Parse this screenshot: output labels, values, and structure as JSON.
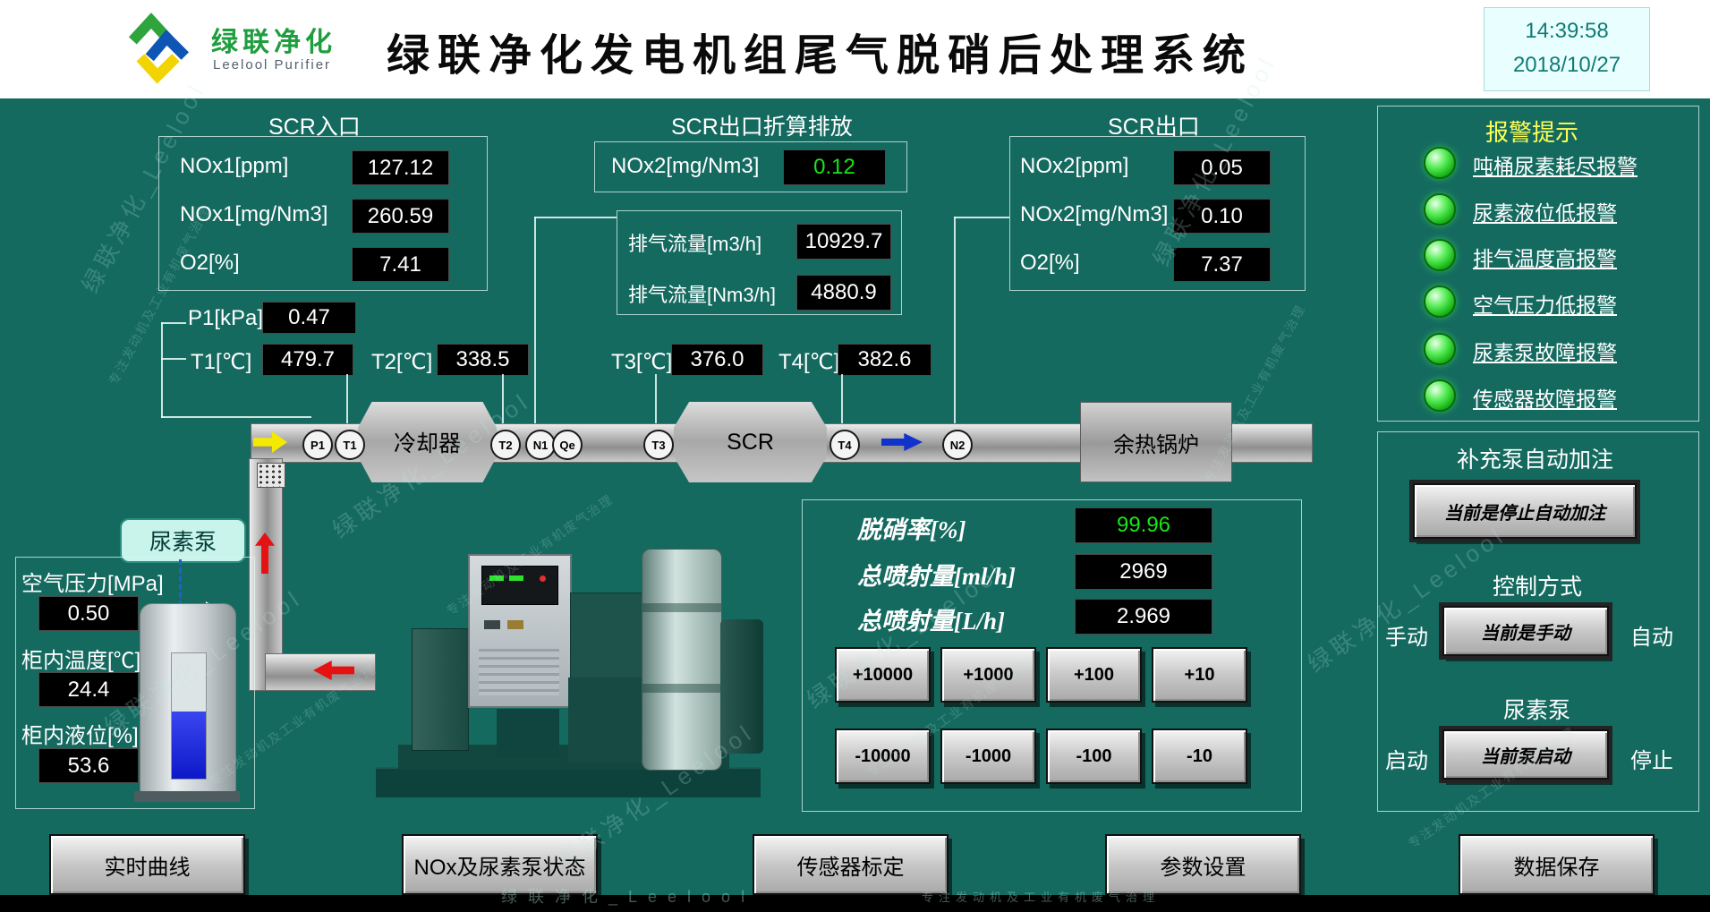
{
  "header": {
    "logo_text": "绿联净化",
    "logo_subtext": "Leelool Purifier",
    "title": "绿联净化发电机组尾气脱硝后处理系统",
    "time": "14:39:58",
    "date": "2018/10/27"
  },
  "scr_inlet": {
    "title": "SCR入口",
    "rows": [
      {
        "label": "NOx1[ppm]",
        "value": "127.12"
      },
      {
        "label": "NOx1[mg/Nm3]",
        "value": "260.59"
      },
      {
        "label": "O2[%]",
        "value": "7.41"
      }
    ]
  },
  "scr_converted": {
    "title": "SCR出口折算排放",
    "label": "NOx2[mg/Nm3]",
    "value": "0.12",
    "flow1_label": "排气流量[m3/h]",
    "flow1_value": "10929.7",
    "flow2_label": "排气流量[Nm3/h]",
    "flow2_value": "4880.9"
  },
  "scr_outlet": {
    "title": "SCR出口",
    "rows": [
      {
        "label": "NOx2[ppm]",
        "value": "0.05"
      },
      {
        "label": "NOx2[mg/Nm3]",
        "value": "0.10"
      },
      {
        "label": "O2[%]",
        "value": "7.37"
      }
    ]
  },
  "sensors": {
    "p1": {
      "label": "P1[kPa]",
      "value": "0.47"
    },
    "t1": {
      "label": "T1[℃]",
      "value": "479.7"
    },
    "t2": {
      "label": "T2[℃]",
      "value": "338.5"
    },
    "t3": {
      "label": "T3[℃]",
      "value": "376.0"
    },
    "t4": {
      "label": "T4[℃]",
      "value": "382.6"
    }
  },
  "pipeline": {
    "nodes": [
      "P1",
      "T1",
      "T2",
      "N1",
      "Qe",
      "T3",
      "T4",
      "N2"
    ],
    "cooler": "冷却器",
    "scr": "SCR",
    "boiler": "余热锅炉"
  },
  "urea_station": {
    "pump": "尿素泵",
    "air_label": "空气压力[MPa]",
    "air_value": "0.50",
    "temp_label": "柜内温度[℃]",
    "temp_value": "24.4",
    "level_label": "柜内液位[%]",
    "level_value": "53.6"
  },
  "injection": {
    "denox_label": "脱硝率[%]",
    "denox_value": "99.96",
    "ml_label": "总喷射量[ml/h]",
    "ml_value": "2969",
    "l_label": "总喷射量[L/h]",
    "l_value": "2.969",
    "inc": [
      "+10000",
      "+1000",
      "+100",
      "+10"
    ],
    "dec": [
      "-10000",
      "-1000",
      "-100",
      "-10"
    ]
  },
  "alarm": {
    "title": "报警提示",
    "items": [
      "吨桶尿素耗尽报警",
      "尿素液位低报警",
      "排气温度高报警",
      "空气压力低报警",
      "尿素泵故障报警",
      "传感器故障报警"
    ]
  },
  "control": {
    "refill_title": "补充泵自动加注",
    "refill_btn": "当前是停止自动加注",
    "mode_title": "控制方式",
    "manual": "手动",
    "mode_btn": "当前是手动",
    "auto": "自动",
    "pump_title": "尿素泵",
    "start": "启动",
    "pump_btn": "当前泵启动",
    "stop": "停止"
  },
  "nav": [
    "实时曲线",
    "NOx及尿素泵状态",
    "传感器标定",
    "参数设置",
    "数据保存"
  ],
  "watermark": {
    "brand": "绿联净化_Leelool",
    "slogan": "专注发动机及工业有机废气治理"
  },
  "colors": {
    "background": "#156a60",
    "value_green": "#19e619",
    "alarm_title_yellow": "#ffff55"
  }
}
